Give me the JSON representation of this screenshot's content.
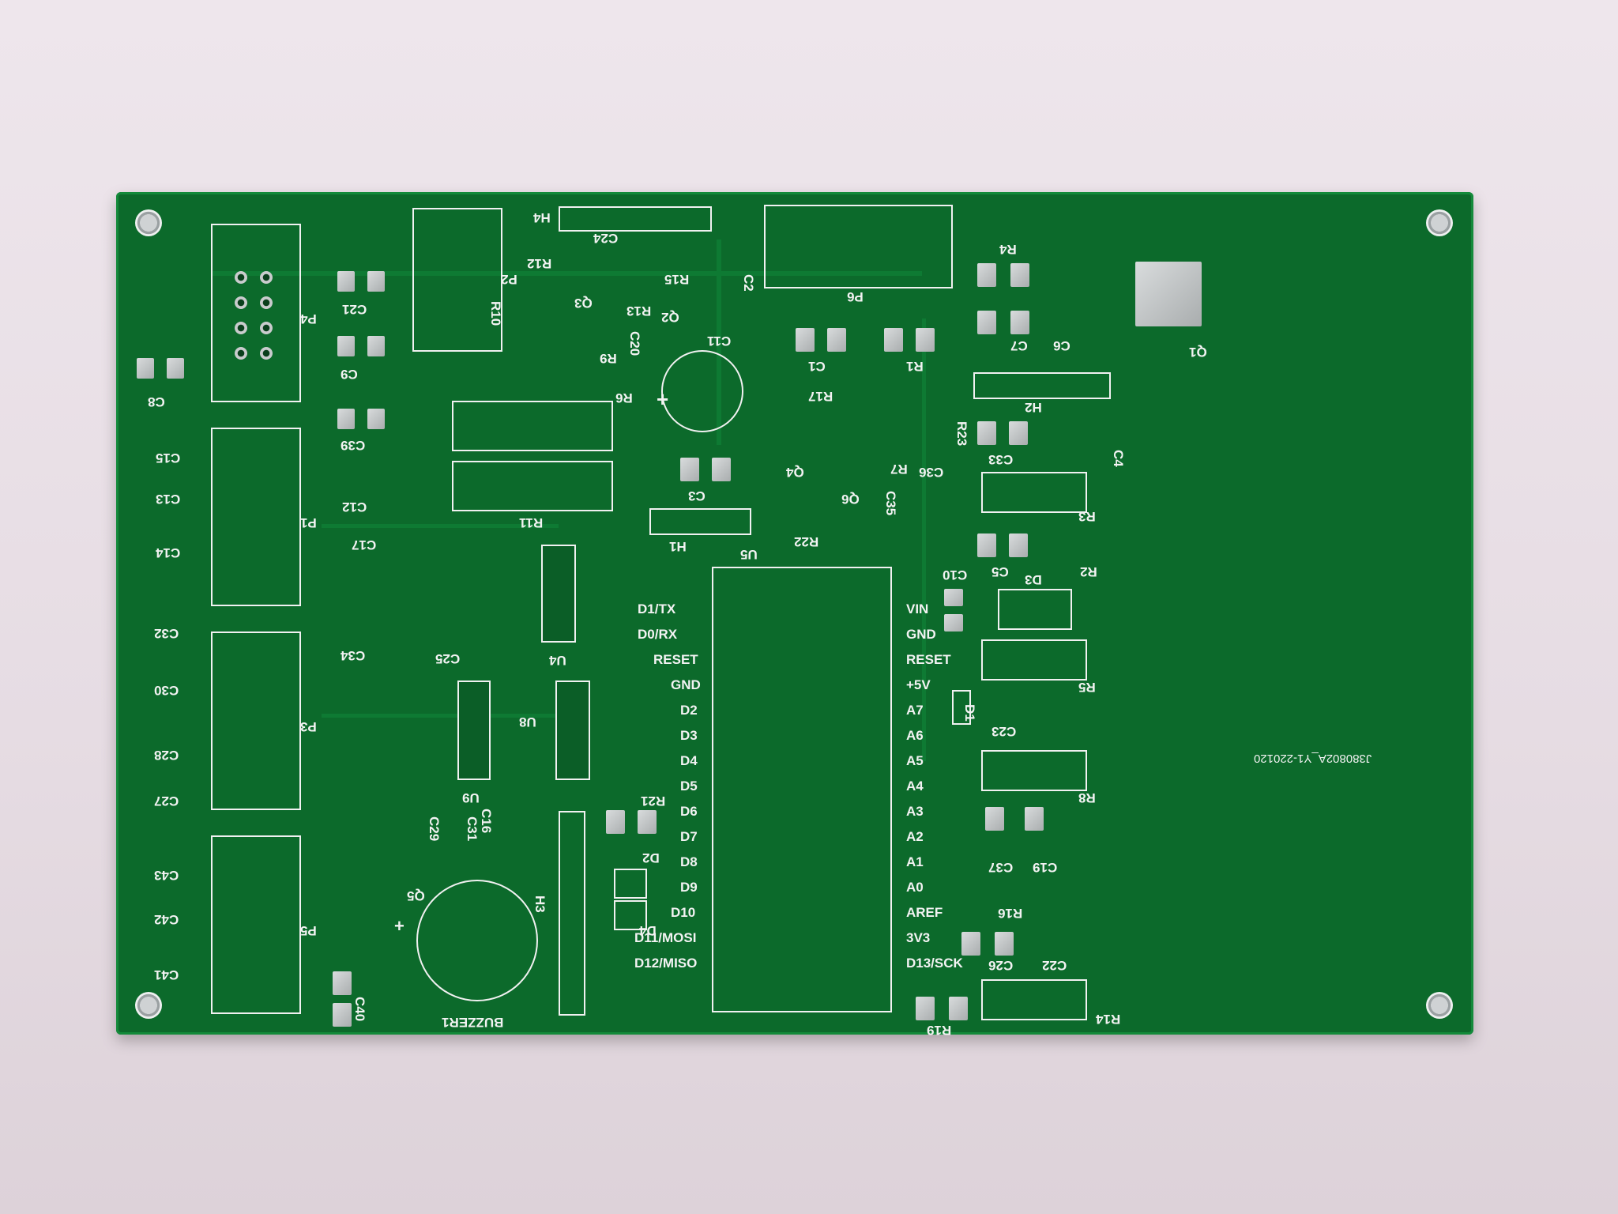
{
  "board": {
    "revision_code": "J380802A_Y1-220120",
    "header_labels": [
      "H1",
      "H2",
      "H3",
      "H4"
    ],
    "connector_labels": [
      "P1",
      "P2",
      "P3",
      "P4",
      "P5",
      "P6"
    ],
    "ic_labels": [
      "U4",
      "U5",
      "U8",
      "U9"
    ],
    "transistor_labels": [
      "Q1",
      "Q2",
      "Q3",
      "Q4",
      "Q5",
      "Q6"
    ],
    "diode_labels": [
      "D1",
      "D2",
      "D3",
      "D4"
    ],
    "buzzer_label": "BUZZER1",
    "resistor_labels": [
      "R1",
      "R2",
      "R3",
      "R4",
      "R5",
      "R6",
      "R7",
      "R8",
      "R9",
      "R10",
      "R11",
      "R12",
      "R13",
      "R14",
      "R15",
      "R16",
      "R17",
      "R19",
      "R21",
      "R22",
      "R23"
    ],
    "capacitor_labels": [
      "C1",
      "C2",
      "C3",
      "C4",
      "C5",
      "C6",
      "C7",
      "C8",
      "C9",
      "C10",
      "C11",
      "C12",
      "C13",
      "C14",
      "C15",
      "C16",
      "C17",
      "C19",
      "C20",
      "C21",
      "C22",
      "C23",
      "C24",
      "C25",
      "C26",
      "C27",
      "C28",
      "C29",
      "C30",
      "C31",
      "C32",
      "C33",
      "C34",
      "C35",
      "C36",
      "C37",
      "C39",
      "C40",
      "C41",
      "C42",
      "C43"
    ],
    "u5_left_pins": [
      "D1/TX",
      "D0/RX",
      "RESET",
      "GND",
      "D2",
      "D3",
      "D4",
      "D5",
      "D6",
      "D7",
      "D8",
      "D9",
      "D10",
      "D11/MOSI",
      "D12/MISO"
    ],
    "u5_right_pins": [
      "VIN",
      "GND",
      "RESET",
      "+5V",
      "A7",
      "A6",
      "A5",
      "A4",
      "A3",
      "A2",
      "A1",
      "A0",
      "AREF",
      "3V3",
      "D13/SCK"
    ],
    "polarity_marks": [
      "+",
      "+"
    ]
  },
  "colors": {
    "soldermask": "#0c6a2b",
    "silkscreen": "#f3f3f3",
    "pads": "#c4c8c9",
    "background": "#e8dfe5"
  }
}
